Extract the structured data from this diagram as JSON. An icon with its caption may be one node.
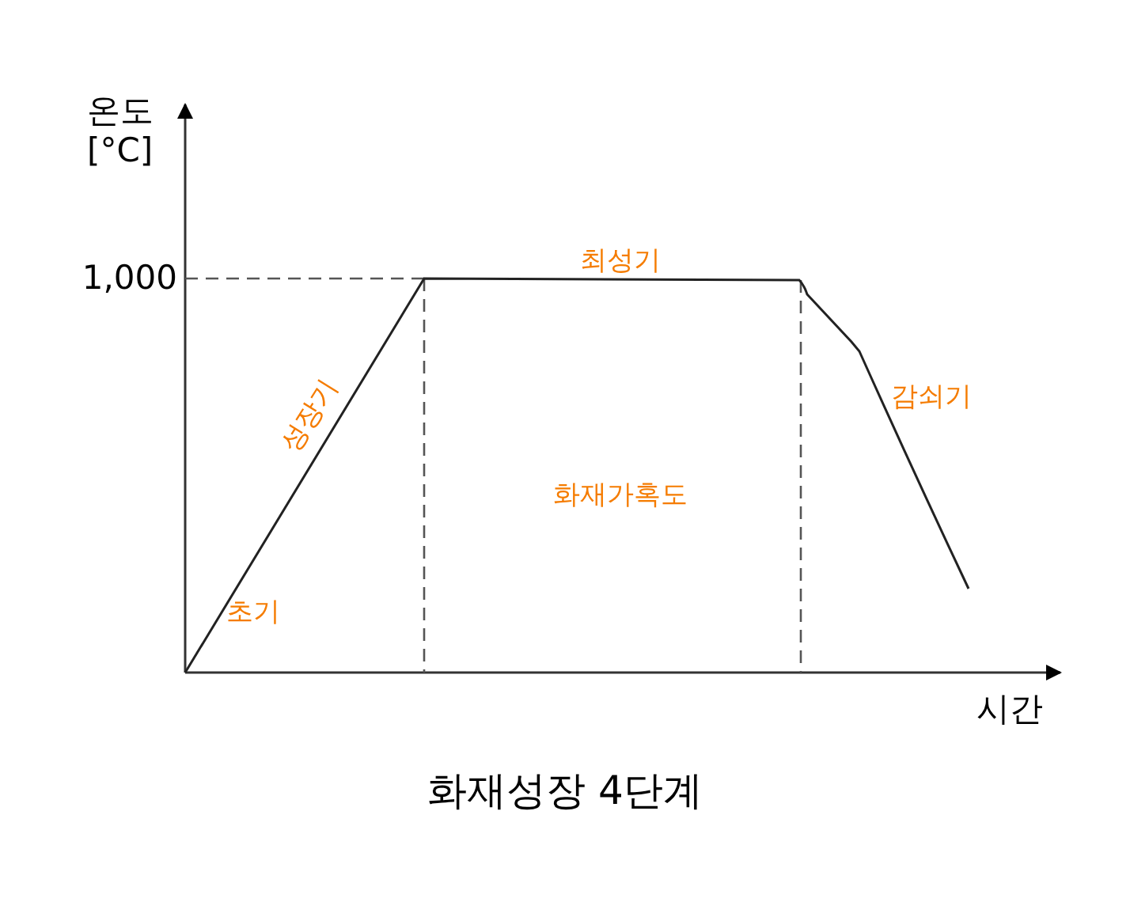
{
  "diagram": {
    "caption": "화재성장 4단계",
    "labels": [
      "온도 [°C]",
      "1,000",
      "시간",
      "초기",
      "성장기",
      "최성기",
      "감쇠기",
      "화재가혹도"
    ]
  }
}
